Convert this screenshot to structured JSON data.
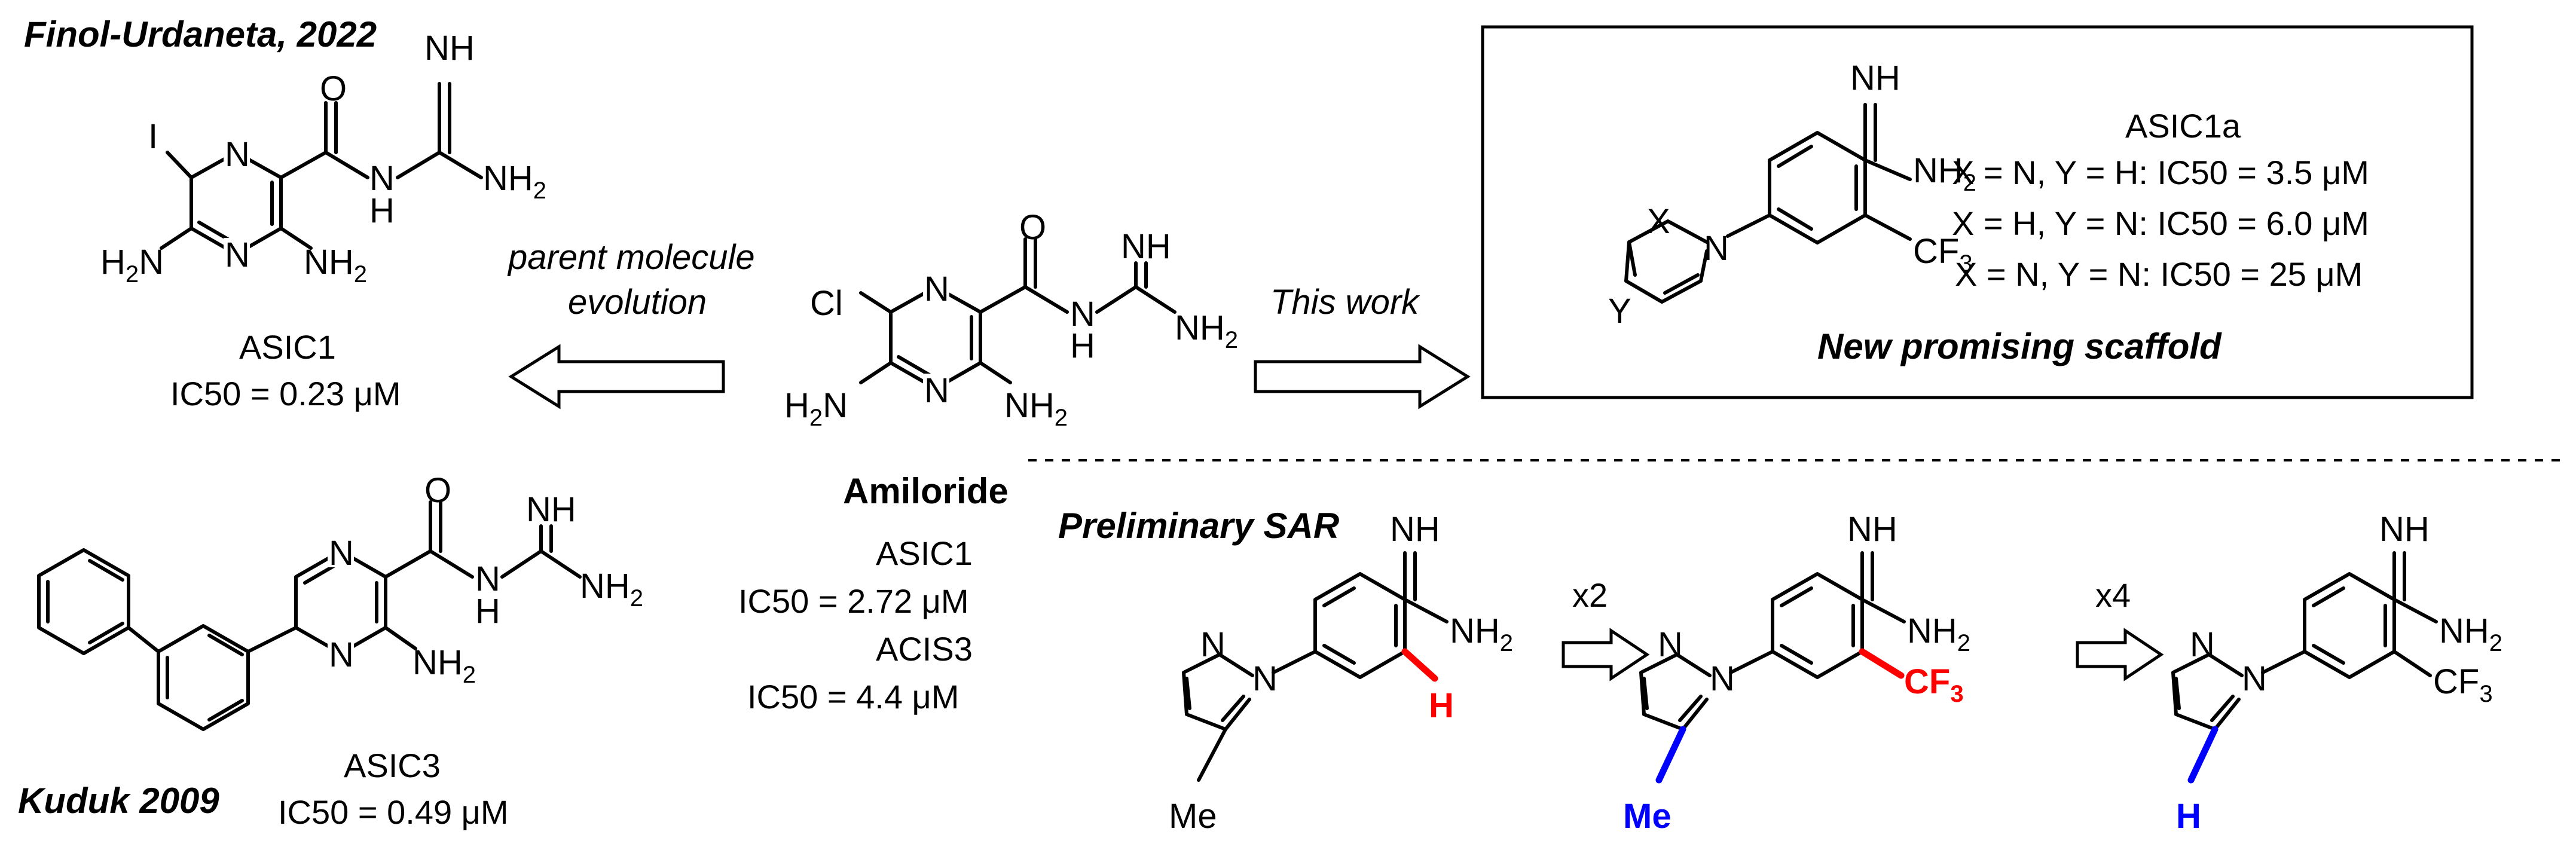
{
  "refs": {
    "finol": "Finol-Urdaneta, 2022",
    "kuduk": "Kuduk 2009"
  },
  "compounds": {
    "iodo": {
      "target": "ASIC1",
      "ic50": "IC50 = 0.23 μM"
    },
    "biphenyl": {
      "target": "ASIC3",
      "ic50": "IC50 = 0.49 μM"
    },
    "amiloride": {
      "name": "Amiloride",
      "target1": "ASIC1",
      "ic50_1": "IC50 = 2.72 μM",
      "target2": "ACIS3",
      "ic50_2": "IC50 = 4.4 μM"
    }
  },
  "arrows": {
    "left_label_1": "parent molecule",
    "left_label_2": "evolution",
    "right_label": "This work"
  },
  "box": {
    "target": "ASIC1a",
    "rows": [
      {
        "cond": "X = N, Y = H:",
        "ic50": "IC50 = 3.5 μM"
      },
      {
        "cond": "X = H, Y = N:",
        "ic50": "IC50 = 6.0 μM"
      },
      {
        "cond": "X = N, Y = N:",
        "ic50": "IC50 = 25 μM"
      }
    ],
    "footer": "New promising scaffold"
  },
  "sar": {
    "title": "Preliminary SAR",
    "step1": "x2",
    "step2": "x4",
    "substituents": {
      "h_red": "H",
      "cf3_red": "CF3",
      "me_blue": "Me",
      "h_blue": "H",
      "me": "Me"
    }
  },
  "atoms": {
    "I": "I",
    "Cl": "Cl",
    "N": "N",
    "H": "H",
    "O": "O",
    "NH": "NH",
    "NH2": "NH",
    "NH2_sub": "2",
    "H2N": "H",
    "H2N_sub": "2",
    "H2N_tail": "N",
    "CF3": "CF",
    "CF3_sub": "3",
    "X": "X",
    "Y": "Y"
  },
  "colors": {
    "red": "#ff0000",
    "blue": "#0000ff",
    "black": "#000000"
  }
}
